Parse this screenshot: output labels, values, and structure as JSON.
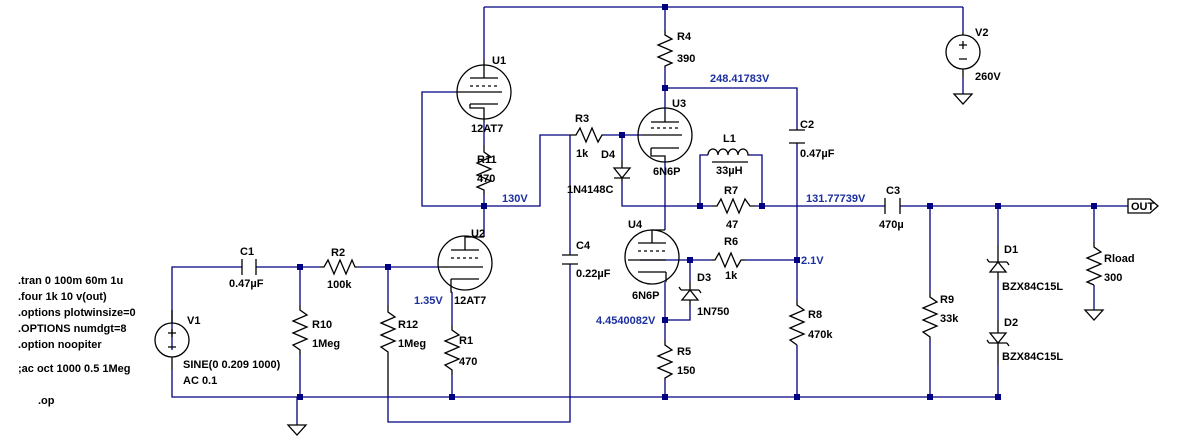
{
  "components": {
    "U1": {
      "ref": "U1",
      "model": "12AT7"
    },
    "U2": {
      "ref": "U2",
      "model": "12AT7"
    },
    "U3": {
      "ref": "U3",
      "model": "6N6P"
    },
    "U4": {
      "ref": "U4",
      "model": "6N6P"
    },
    "R1": {
      "ref": "R1",
      "value": "470"
    },
    "R2": {
      "ref": "R2",
      "value": "100k"
    },
    "R3": {
      "ref": "R3",
      "value": "1k"
    },
    "R4": {
      "ref": "R4",
      "value": "390"
    },
    "R5": {
      "ref": "R5",
      "value": "150"
    },
    "R6": {
      "ref": "R6",
      "value": "1k"
    },
    "R7": {
      "ref": "R7",
      "value": "47"
    },
    "R8": {
      "ref": "R8",
      "value": "470k"
    },
    "R9": {
      "ref": "R9",
      "value": "33k"
    },
    "R10": {
      "ref": "R10",
      "value": "1Meg"
    },
    "R11": {
      "ref": "R11",
      "value": "470"
    },
    "R12": {
      "ref": "R12",
      "value": "1Meg"
    },
    "Rload": {
      "ref": "Rload",
      "value": "300"
    },
    "C1": {
      "ref": "C1",
      "value": "0.47µF"
    },
    "C2": {
      "ref": "C2",
      "value": "0.47µF"
    },
    "C3": {
      "ref": "C3",
      "value": "470µ"
    },
    "C4": {
      "ref": "C4",
      "value": "0.22µF"
    },
    "L1": {
      "ref": "L1",
      "value": "33µH"
    },
    "D1": {
      "ref": "D1",
      "value": "BZX84C15L"
    },
    "D2": {
      "ref": "D2",
      "value": "BZX84C15L"
    },
    "D3": {
      "ref": "D3",
      "value": "1N750"
    },
    "D4": {
      "ref": "D4",
      "value": "1N4148C"
    },
    "V1": {
      "ref": "V1",
      "value": "SINE(0 0.209 1000)",
      "ac": "AC 0.1"
    },
    "V2": {
      "ref": "V2",
      "value": "260V"
    }
  },
  "node_voltages": {
    "v_248": "248.41783V",
    "v_131": "131.77739V",
    "v_130": "130V",
    "v_135": "1.35V",
    "v_21": "2.1V",
    "v_445": "4.4540082V"
  },
  "directives": [
    ".tran 0 100m 60m 1u",
    ".four 1k 10 v(out)",
    ".options plotwinsize=0",
    ".OPTIONS numdgt=8",
    ".option noopiter",
    ";ac oct 1000 0.5 1Meg",
    ".op"
  ],
  "port": {
    "label": "OUT"
  },
  "colors": {
    "wire": "#000080",
    "component": "#000000",
    "voltage_label": "#1c2fa0"
  }
}
